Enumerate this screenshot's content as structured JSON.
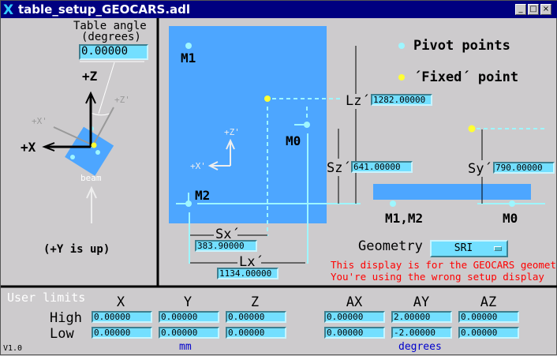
{
  "window": {
    "title": "table_setup_GEOCARS.adl",
    "buttons": [
      "_",
      "□",
      "×"
    ]
  },
  "left": {
    "table_angle_label": "Table angle",
    "table_angle_units": "(degrees)",
    "table_angle_value": "0.00000",
    "z_label": "+Z",
    "x_label": "+X",
    "zp_label": "+Z'",
    "xp_label": "+X'",
    "beam_label": "beam",
    "y_note": "(+Y is up)"
  },
  "diagram": {
    "m1": "M1",
    "m2": "M2",
    "m0": "M0",
    "zp": "+Z'",
    "xp": "+X'",
    "m1m2": "M1,M2",
    "m0_side": "M0",
    "legend_pivot": "Pivot points",
    "legend_fixed": "´Fixed´ point",
    "lz_label": "Lz´",
    "lz_value": "1282.00000",
    "sz_label": "Sz´",
    "sz_value": "641.00000",
    "sy_label": "Sy´",
    "sy_value": "790.00000",
    "sx_label": "Sx´",
    "sx_value": "383.90000",
    "lx_label": "Lx´",
    "lx_value": "1134.00000"
  },
  "geometry": {
    "label": "Geometry",
    "value": "SRI",
    "warning1": "This display is for the GEOCARS geometry",
    "warning2": "You're using the wrong setup display"
  },
  "limits": {
    "title": "User limits",
    "columns": [
      "X",
      "Y",
      "Z",
      "AX",
      "AY",
      "AZ"
    ],
    "rows": [
      {
        "label": "High",
        "values": [
          "0.00000",
          "0.00000",
          "0.00000",
          "0.00000",
          "2.00000",
          "0.00000"
        ]
      },
      {
        "label": "Low",
        "values": [
          "0.00000",
          "0.00000",
          "0.00000",
          "0.00000",
          "-2.00000",
          "0.00000"
        ]
      }
    ],
    "mm": "mm",
    "degrees": "degrees"
  },
  "version": "V1.0",
  "colors": {
    "table": "#4da6ff",
    "pivot": "#9ef6ff",
    "fixed": "#ffff33",
    "field": "#73dfff"
  }
}
